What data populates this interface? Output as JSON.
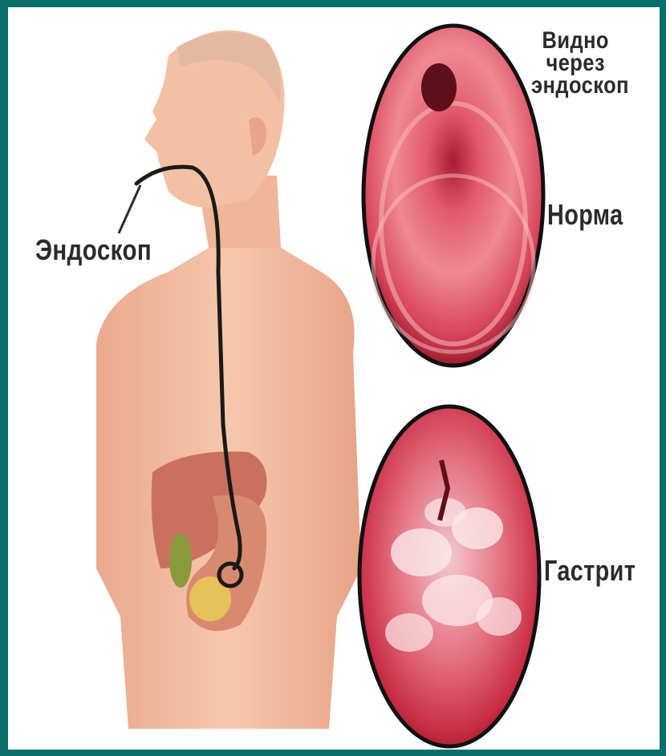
{
  "labels": {
    "endoscope": "Эндоскоп",
    "seen_through_endoscope": "Видно через эндоскоп",
    "normal": "Норма",
    "gastritis": "Гастрит"
  },
  "colors": {
    "frame": "#0b6e6b",
    "skin": "#f2b99b",
    "liver": "#c9705e",
    "stomach": "#d98a6e",
    "mucosa_normal": "#d8455a",
    "mucosa_gastritis": "#c92d45",
    "endoscope_cable": "#1a1a1a"
  }
}
